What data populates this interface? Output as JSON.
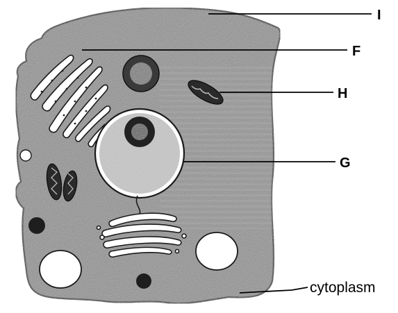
{
  "labels": {
    "I": "I",
    "F": "F",
    "H": "H",
    "G": "G",
    "cytoplasm": "cytoplasm"
  },
  "colors": {
    "cytoplasm_fill": "#8a8a8a",
    "organelle_dark": "#2b2b2b",
    "vacuole": "#ffffff",
    "outline": "#1a1a1a"
  }
}
